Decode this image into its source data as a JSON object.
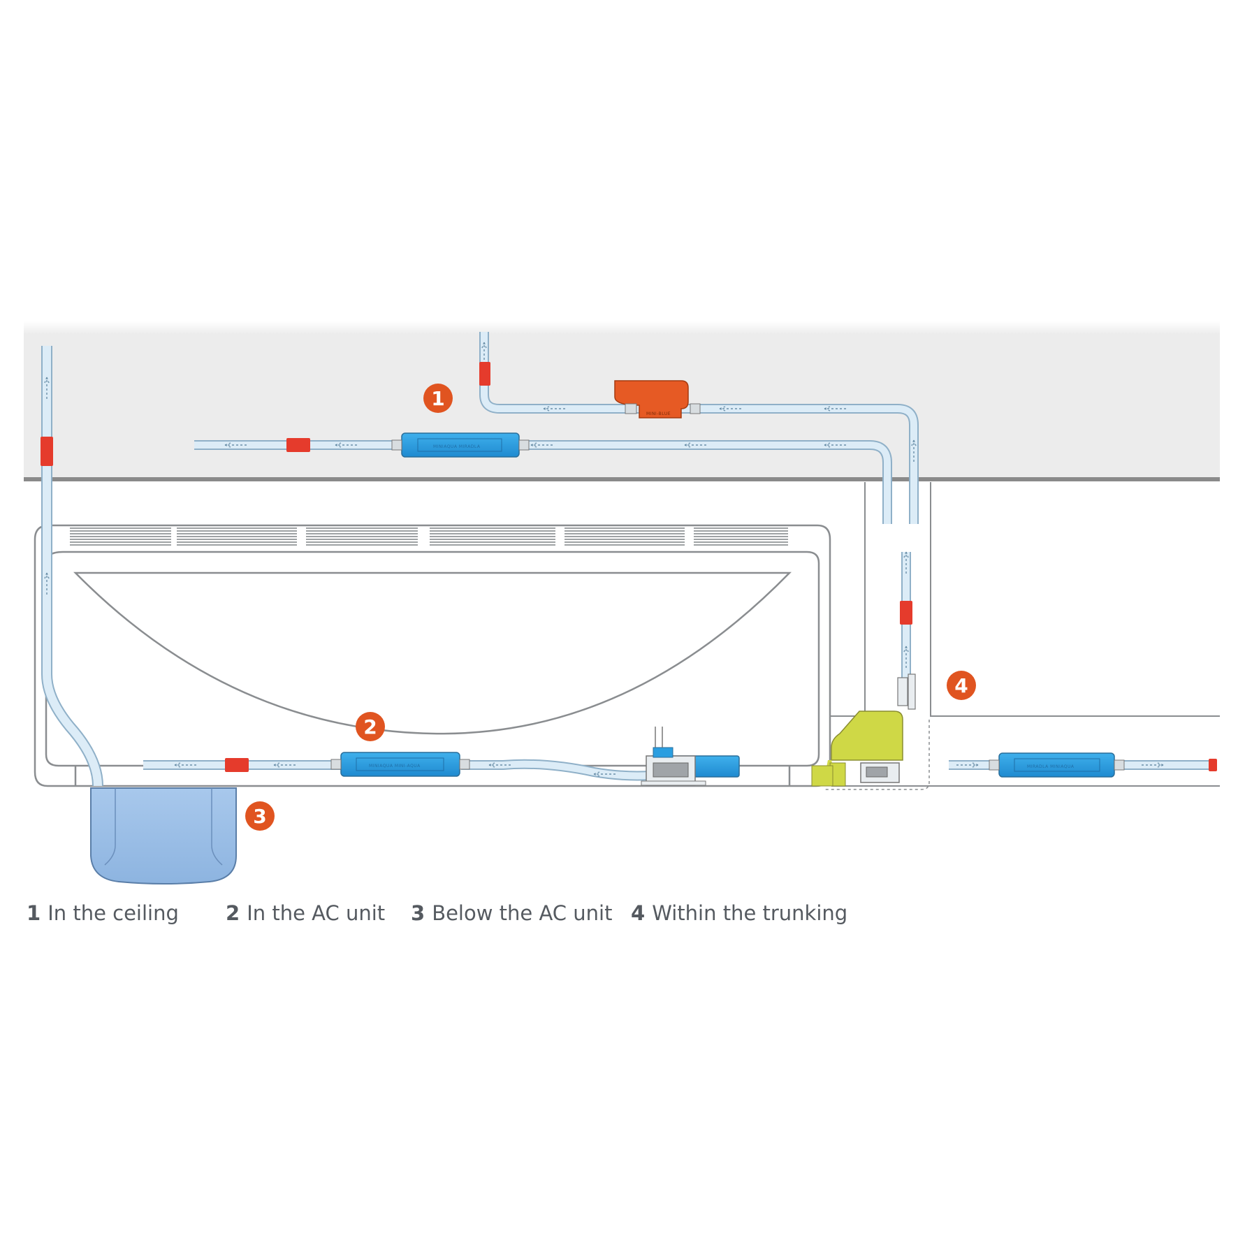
{
  "colors": {
    "ceiling": "#ececec",
    "ceiling_line": "#8a8a8a",
    "outline": "#8a8d90",
    "pipe_fill": "#dcecf7",
    "pipe_stroke": "#8fb0c8",
    "arrow": "#6a8fa8",
    "badge": "#e05420",
    "coupler_red": "#e53b2c",
    "pump_blue": "#2a9ee0",
    "pump_orange": "#e65a24",
    "pump_yellow": "#cfd846",
    "tank_blue": "#9ec0e6"
  },
  "badges": [
    "1",
    "2",
    "3",
    "4"
  ],
  "legend": [
    {
      "num": "1",
      "label": "In the ceiling"
    },
    {
      "num": "2",
      "label": "In the AC unit"
    },
    {
      "num": "3",
      "label": "Below the AC unit"
    },
    {
      "num": "4",
      "label": "Within the trunking"
    }
  ],
  "pump_labels": {
    "ceiling_blue": "MINIAQUA  MIRADLA",
    "ac_blue": "MINIAQUA  MINI-AQUA",
    "orange": "MINI-BLUE",
    "trunking_blue": "MIRADLA  MINIAQUA"
  },
  "icons": [
    "flow-arrow-icon",
    "pipe-coupler-icon",
    "condensate-pump-icon",
    "float-tank-icon"
  ]
}
